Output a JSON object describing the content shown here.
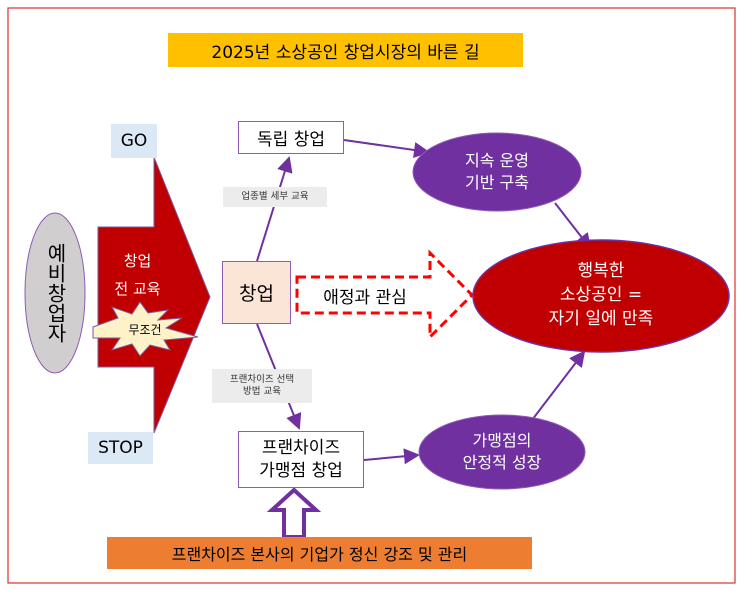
{
  "title": "2025년 소상공인 창업시장의 바른 길",
  "go": "GO",
  "stop": "STOP",
  "prospective": "예비창업자",
  "pre_education": [
    "창업",
    "전 교육"
  ],
  "mandatory": "무조건",
  "startup": "창업",
  "independent": "독립 창업",
  "industry_edu": "업종별 세부 교육",
  "franchise_edu": [
    "프랜차이즈 선택",
    "방법 교육"
  ],
  "franchise": [
    "프랜차이즈",
    "가맹점 창업"
  ],
  "affection": "애정과 관심",
  "sustain": [
    "지속 운영",
    "기반 구축"
  ],
  "happy": [
    "행복한",
    "소상공인 =",
    "자기 일에 만족"
  ],
  "stable": [
    "가맹점의",
    "안정적 성장"
  ],
  "hq": "프랜차이즈 본사의 기업가 정신 강조 및 관리",
  "colors": {
    "red": "#c00000",
    "purple": "#7030a0",
    "yellow": "#ffc000",
    "orange": "#ed7d31"
  }
}
